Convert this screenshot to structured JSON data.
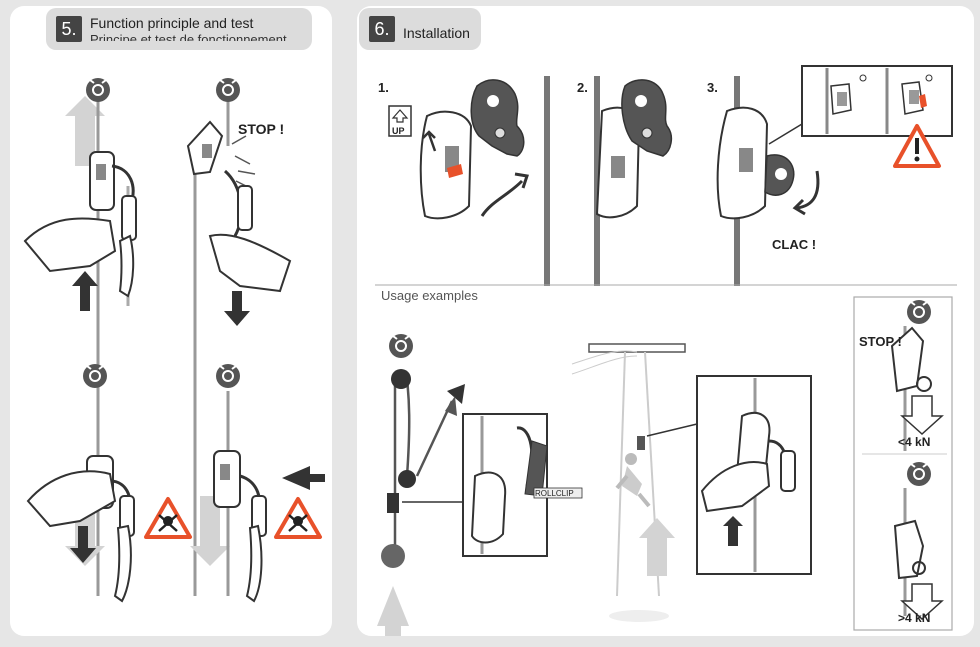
{
  "section5": {
    "number": "5.",
    "title": "Function principle and test",
    "subtitle": "Principe et test de fonctionnement"
  },
  "section6": {
    "number": "6.",
    "title": "Installation"
  },
  "steps": [
    "1.",
    "2.",
    "3."
  ],
  "labels": {
    "stop": "STOP !",
    "up": "UP",
    "clac": "CLAC !",
    "usage_examples": "Usage examples",
    "rollclip": "ROLLCLIP",
    "less_4kn": "<4 kN",
    "more_4kn": ">4 kN"
  },
  "colors": {
    "accent_orange": "#e8512a",
    "dark": "#333333",
    "rope_gray": "#9b9b9b",
    "arrow_gray": "#cfcfcf",
    "header_bg": "#dcdcdc"
  },
  "icons": [
    "lock-symbol-icon",
    "warning-skull-icon",
    "warning-exclamation-icon",
    "up-arrow-icon",
    "down-arrow-icon"
  ]
}
